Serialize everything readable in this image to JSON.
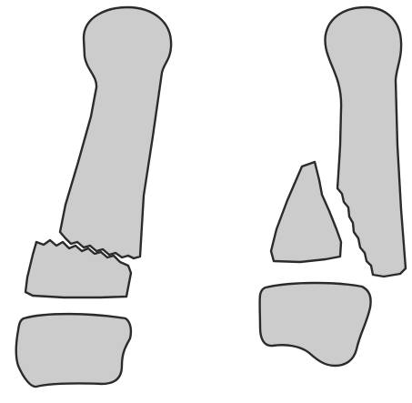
{
  "diagram": {
    "colors": {
      "bone_fill": "#cccccc",
      "outline": "#2b2b2b",
      "background": "#ffffff"
    },
    "panels": [
      {
        "name": "left-finger",
        "parts": [
          "proximal-bone",
          "fracture-line",
          "middle-fragment",
          "distal-base"
        ]
      },
      {
        "name": "right-finger",
        "parts": [
          "proximal-bone",
          "fracture-line",
          "triangular-fragment",
          "distal-base"
        ]
      }
    ]
  }
}
